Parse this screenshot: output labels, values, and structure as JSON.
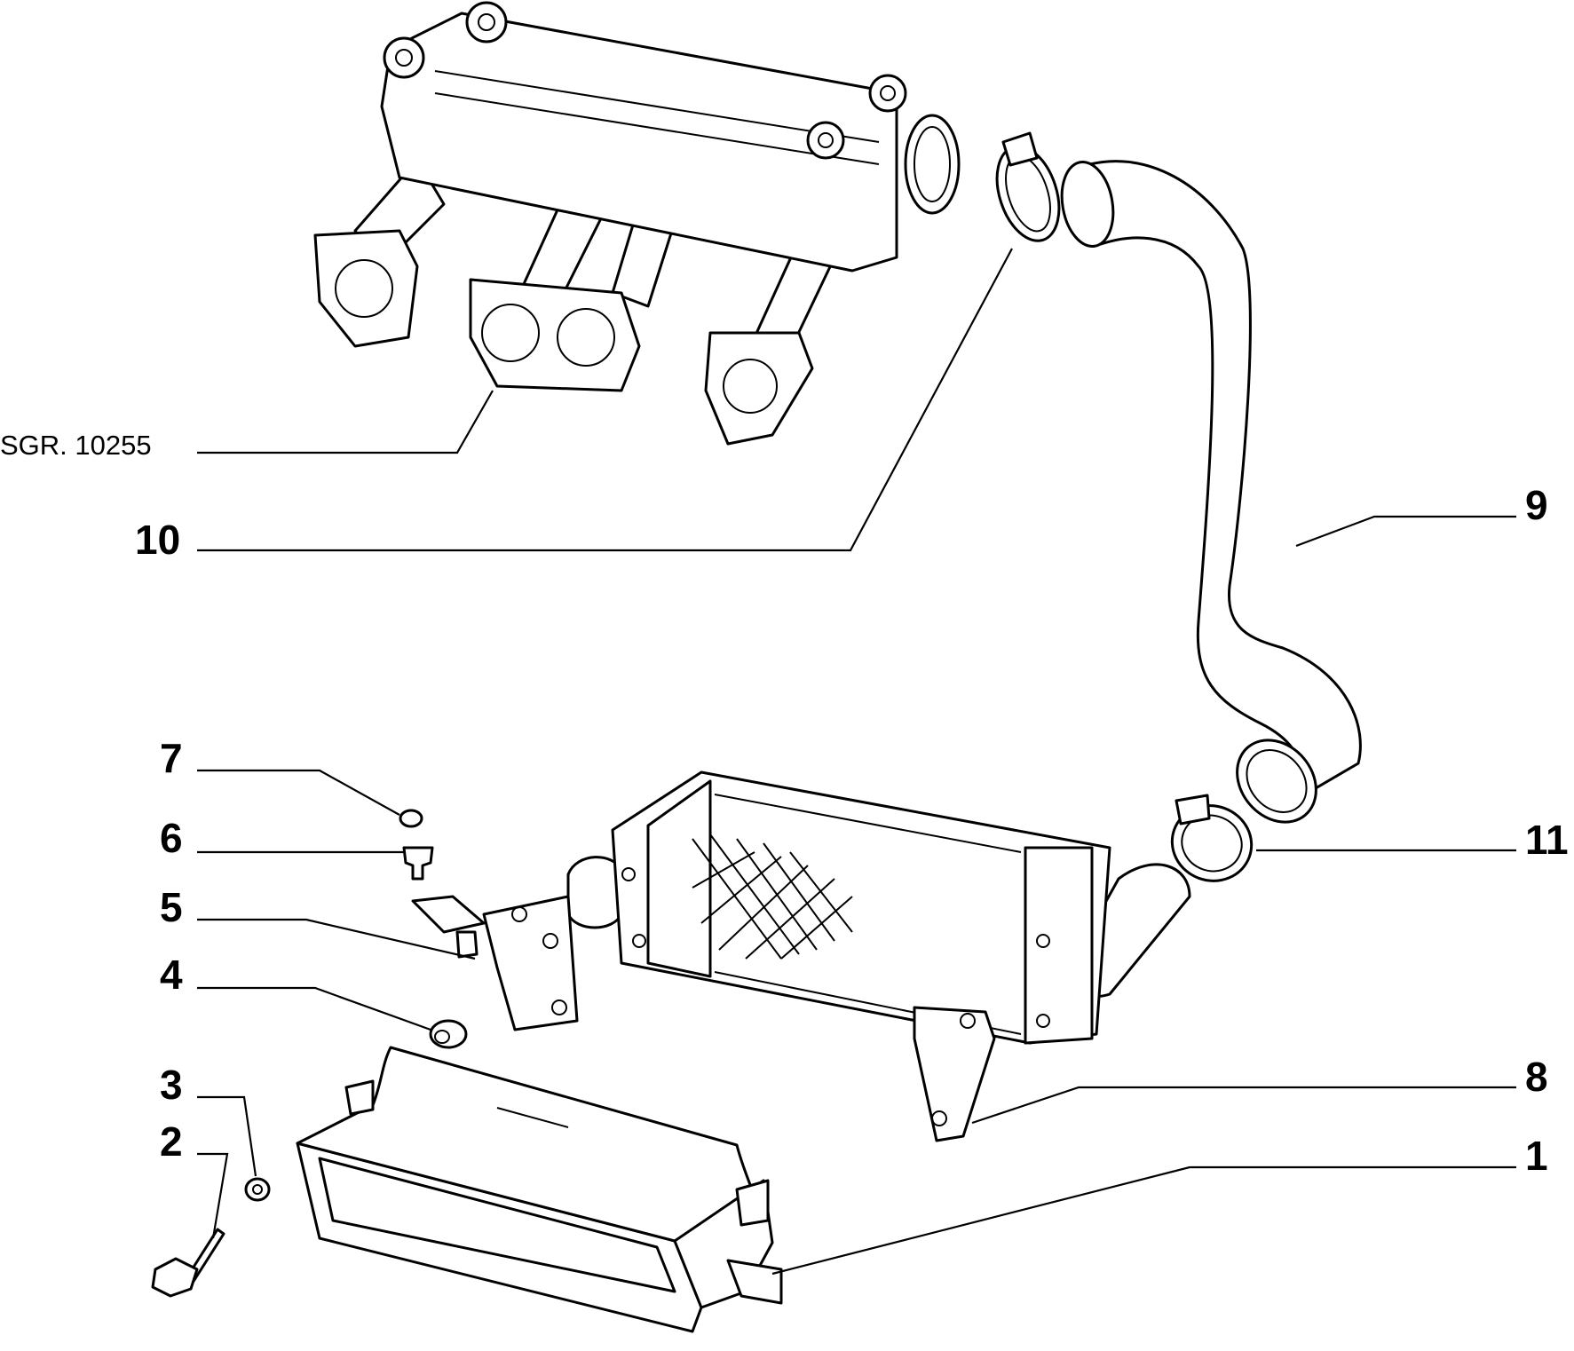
{
  "diagram": {
    "reference_label": "SGR. 10255",
    "callouts": [
      {
        "id": "1",
        "text": "1"
      },
      {
        "id": "2",
        "text": "2"
      },
      {
        "id": "3",
        "text": "3"
      },
      {
        "id": "4",
        "text": "4"
      },
      {
        "id": "5",
        "text": "5"
      },
      {
        "id": "6",
        "text": "6"
      },
      {
        "id": "7",
        "text": "7"
      },
      {
        "id": "8",
        "text": "8"
      },
      {
        "id": "9",
        "text": "9"
      },
      {
        "id": "10",
        "text": "10"
      },
      {
        "id": "11",
        "text": "11"
      }
    ],
    "colors": {
      "ink": "#000000",
      "paper": "#ffffff"
    }
  }
}
